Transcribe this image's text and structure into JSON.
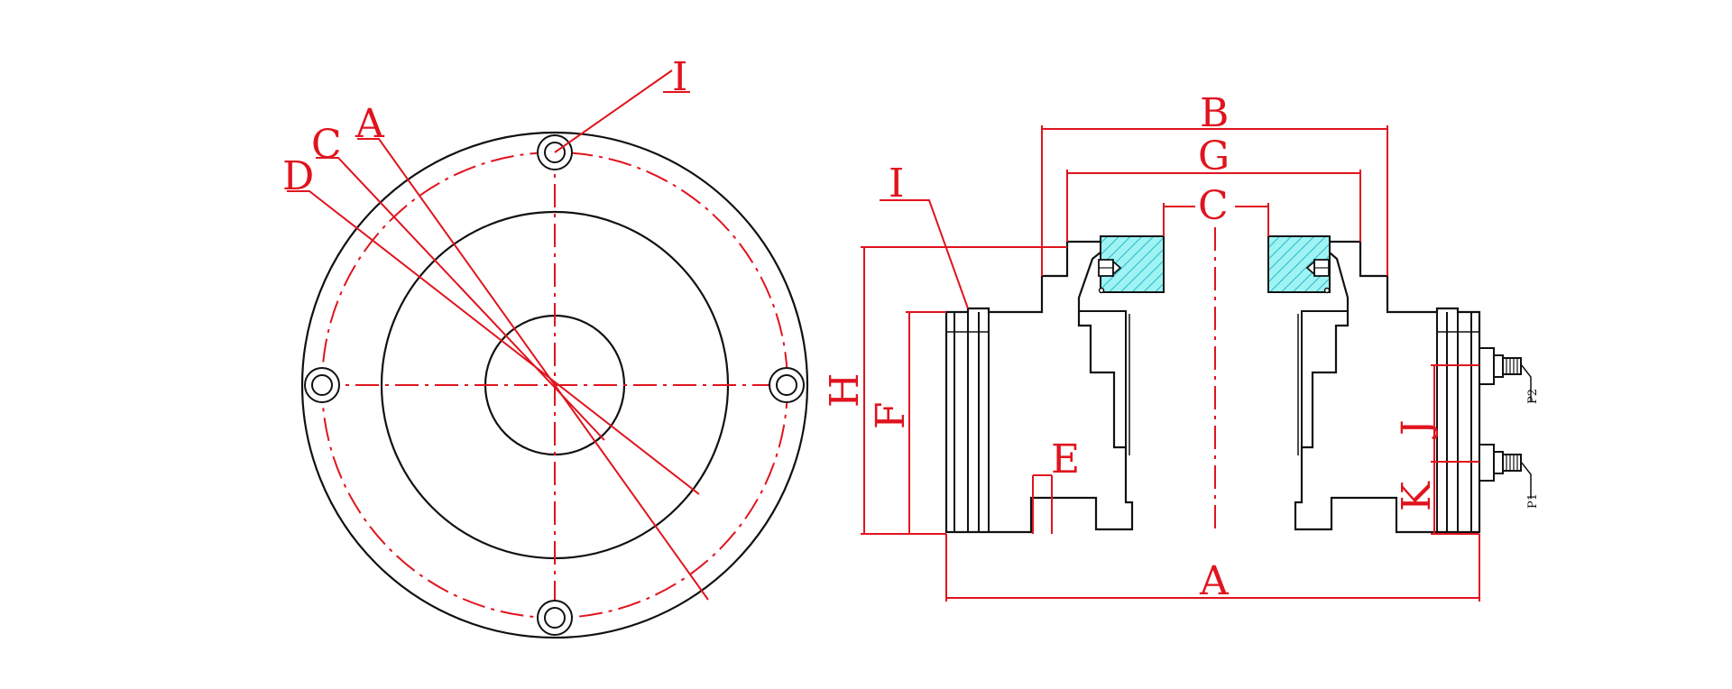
{
  "colors": {
    "outline": "#111111",
    "dimension": "#e0141e",
    "hatch_fill": "#9ff3f3",
    "hatch_line": "#27b9c8"
  },
  "front_view": {
    "label_I": "I",
    "label_A": "A",
    "label_C": "C",
    "label_D": "D"
  },
  "side_view": {
    "label_B": "B",
    "label_G": "G",
    "label_C": "C",
    "label_I": "I",
    "label_H": "H",
    "label_F": "F",
    "label_E": "E",
    "label_J": "J",
    "label_K": "K",
    "label_A": "A",
    "port_p2": "P2",
    "port_p1": "P1"
  }
}
